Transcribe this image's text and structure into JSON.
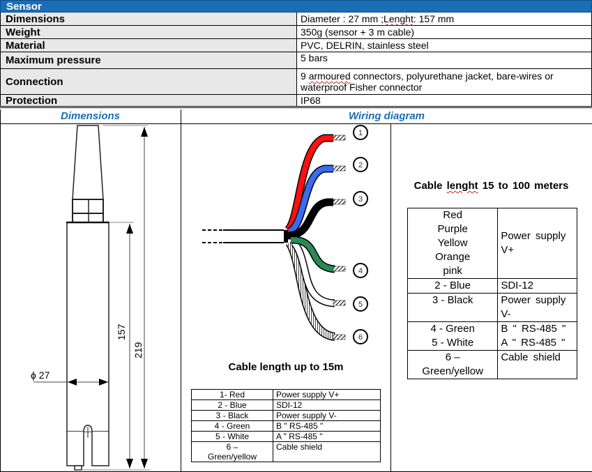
{
  "header": {
    "title": "Sensor"
  },
  "specs": [
    {
      "label": "Dimensions",
      "value_parts": [
        "Diameter : 27 mm ; ",
        "Lenght",
        " : 157 mm"
      ]
    },
    {
      "label": "Weight",
      "value": "350g (sensor + 3 m cable)"
    },
    {
      "label": "Material",
      "value": "PVC, DELRIN, stainless steel"
    },
    {
      "label": "Maximum pressure",
      "value": "5 bars"
    },
    {
      "label": "Connection",
      "value_parts": [
        "9 ",
        "armoured",
        " connectors, polyurethane jacket, bare-wires or waterproof Fisher connector"
      ]
    },
    {
      "label": "Protection",
      "value": "IP68"
    }
  ],
  "dimensions": {
    "title": "Dimensions",
    "labels": {
      "diameter": "ϕ 27",
      "body_length": "157",
      "total_length": "219"
    }
  },
  "wiring": {
    "title": "Wiring diagram",
    "wires": [
      {
        "number": "1",
        "color": "#ff1010"
      },
      {
        "number": "2",
        "color": "#3a6cf0"
      },
      {
        "number": "3",
        "color": "#000000"
      },
      {
        "number": "4",
        "color": "#2a8a55"
      },
      {
        "number": "5",
        "color": "#ffffff"
      },
      {
        "number": "6",
        "color": "striped"
      }
    ],
    "short_cable": {
      "caption": "Cable length up to 15m",
      "rows": [
        {
          "wire": "1- Red",
          "function": "Power supply V+"
        },
        {
          "wire": "2 - Blue",
          "function": "SDI-12"
        },
        {
          "wire": "3 - Black",
          "function": "Power supply V-"
        },
        {
          "wire": "4 - Green",
          "function": "B \" RS-485 \""
        },
        {
          "wire": "5 - White",
          "function": "A \" RS-485 \""
        },
        {
          "wire": "6 –\nGreen/yellow",
          "function": "Cable shield"
        }
      ]
    },
    "long_cable": {
      "caption_parts": [
        "Cable ",
        "lenght",
        " 15 to 100 meters"
      ],
      "rows": [
        {
          "wire": "Red\nPurple\nYellow\nOrange\npink",
          "function": "Power supply V+"
        },
        {
          "wire": "2 - Blue",
          "function": "SDI-12"
        },
        {
          "wire": "3 - Black",
          "function": "Power supply V-"
        },
        {
          "wire": "4 - Green\n5 - White",
          "function": "B \" RS-485 \"\nA \" RS-485 \""
        },
        {
          "wire": "6 –\nGreen/yellow",
          "function": "Cable shield"
        }
      ]
    }
  }
}
